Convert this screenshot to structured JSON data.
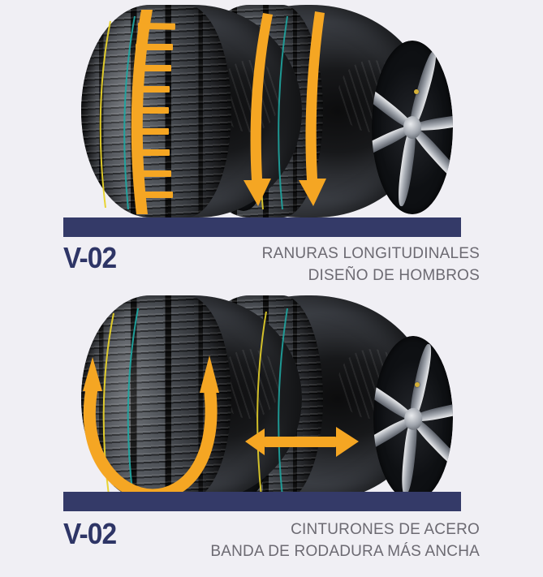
{
  "page": {
    "background_color": "#f0eff4",
    "accent_navy": "#343a68",
    "model_text_color": "#2e3566",
    "description_text_color": "#6c6a72",
    "annotation_orange": "#f5a623",
    "guide_teal": "#1fa5a0",
    "guide_yellow": "#e7d22a"
  },
  "panels": [
    {
      "id": "panel-top",
      "model": "V-02",
      "description_lines": [
        "RANURAS LONGITUDINALES",
        "DISEÑO DE HOMBROS"
      ],
      "annotations": [
        {
          "name": "shoulder-ladder-marker",
          "shape": "ladder",
          "tire": "front"
        },
        {
          "name": "longitudinal-groove-arrow-left",
          "shape": "down-arrow",
          "tire": "back"
        },
        {
          "name": "longitudinal-groove-arrow-right",
          "shape": "down-arrow",
          "tire": "back"
        }
      ]
    },
    {
      "id": "panel-bottom",
      "model": "V-02",
      "description_lines": [
        "CINTURONES DE ACERO",
        "BANDA DE RODADURA MÁS ANCHA"
      ],
      "annotations": [
        {
          "name": "steel-belt-u-arrow",
          "shape": "u-curve-double-arrow",
          "tire": "front"
        },
        {
          "name": "tread-width-arrow",
          "shape": "horizontal-double-arrow",
          "tire": "back"
        }
      ]
    }
  ]
}
